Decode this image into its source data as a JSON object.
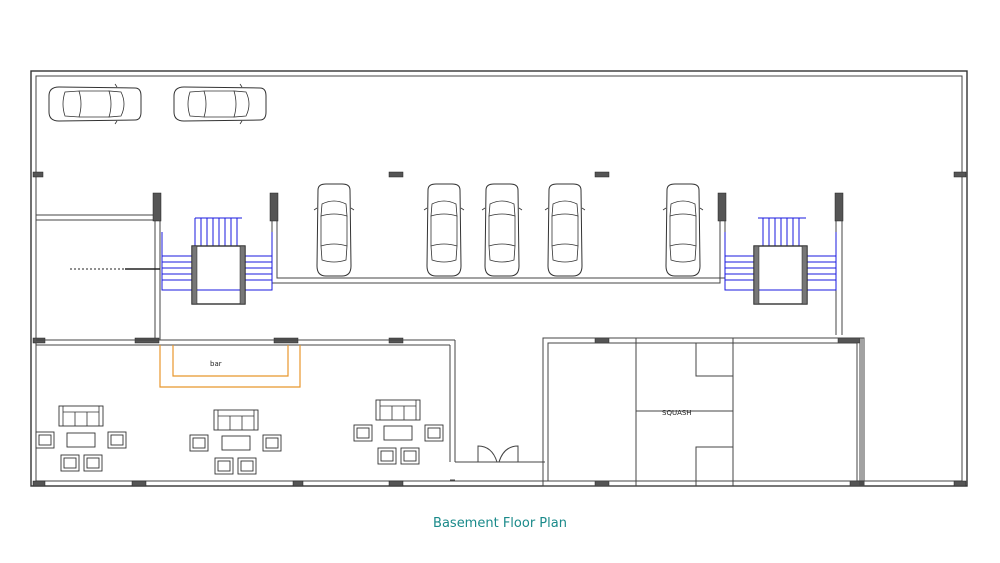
{
  "plan": {
    "caption": "Basement Floor Plan",
    "bar_label": "bar",
    "squash_label": "SQUASH",
    "colors": {
      "walls": "#333333",
      "stairs": "#1a1adf",
      "bar_counter": "#e8962c",
      "caption": "#1a8a8a"
    },
    "icons": [
      "car-icon",
      "staircase-icon",
      "sofa-icon",
      "armchair-icon",
      "table-icon",
      "door-icon"
    ]
  }
}
